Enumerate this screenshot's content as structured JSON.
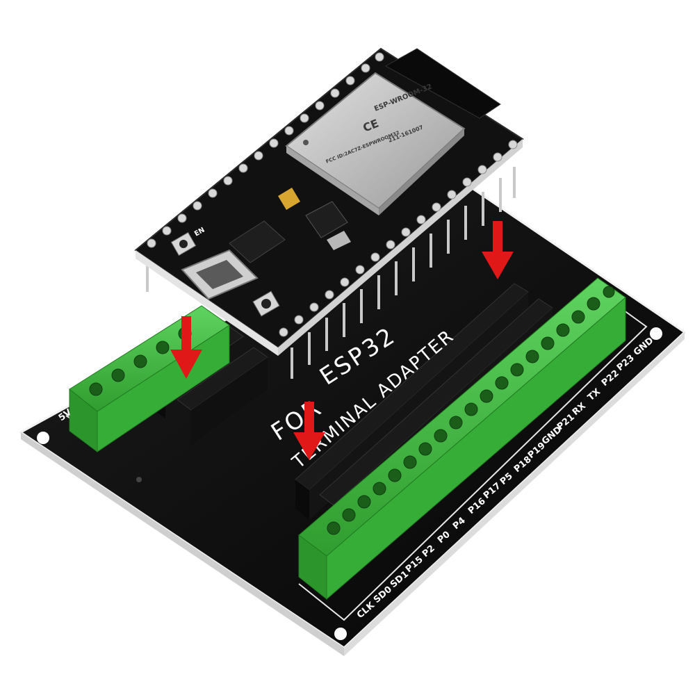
{
  "board": {
    "title_line1": "ESP32",
    "title_line2": "FOR",
    "title_line3": "TERMINAL ADAPTER",
    "left_label": "5V",
    "right_pins": [
      "GND",
      "P23",
      "P22",
      "TX",
      "RX",
      "P21",
      "GND",
      "P19",
      "P18",
      "P5",
      "P17",
      "P16",
      "P4",
      "P0",
      "P2",
      "P15",
      "SD1",
      "SD0",
      "CLK"
    ]
  },
  "module": {
    "model": "ESP-WROOM-32",
    "fcc": "FCC ID:2AC7Z-ESPWROOM32",
    "cert": "211-161007",
    "en_label": "EN"
  },
  "colors": {
    "board": "#0c0c0c",
    "terminal": "#3fbf3f",
    "terminal_dark": "#2c962c",
    "arrow": "#e01818",
    "shield": "#bdbdbd"
  }
}
